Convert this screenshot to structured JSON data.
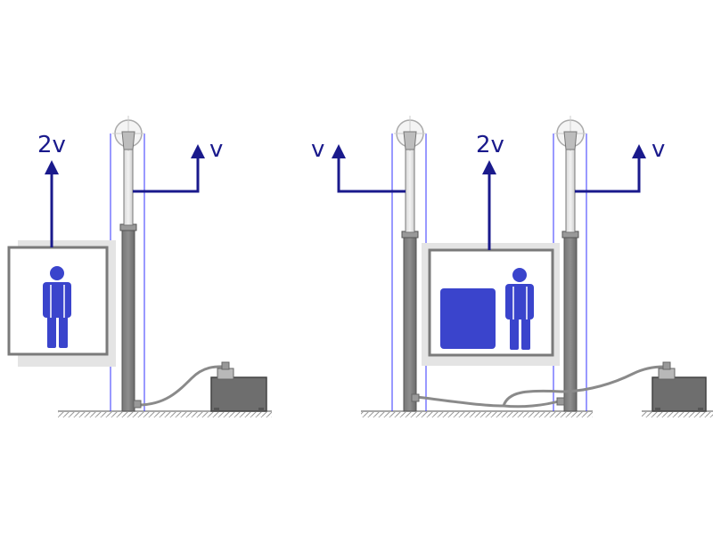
{
  "diagram": {
    "left_panel": {
      "car_speed_label": "2v",
      "rope_speed_label": "v"
    },
    "right_panel": {
      "left_rope_speed_label": "v",
      "car_speed_label": "2v",
      "right_rope_speed_label": "v"
    },
    "colors": {
      "arrow": "#1a1a8c",
      "figure": "#3a44cc",
      "guide_line": "#3333ff",
      "pipe": "#808080",
      "unit": "#6e6e6e"
    }
  }
}
